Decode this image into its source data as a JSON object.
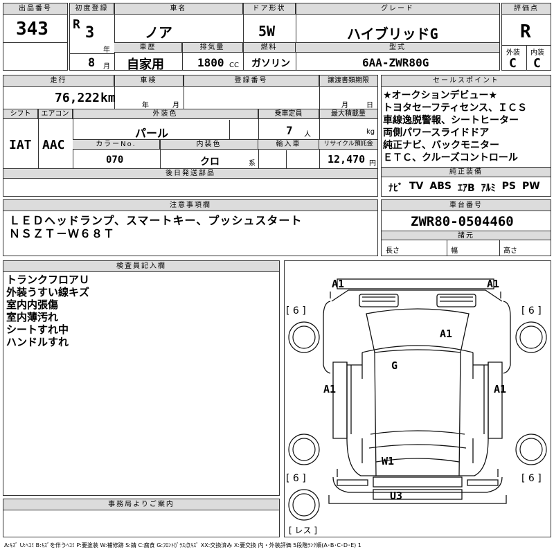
{
  "header": {
    "lot_label": "出品番号",
    "lot_value": "343",
    "first_reg_label": "初度登録",
    "era": "R",
    "year": "3",
    "year_unit": "年",
    "month": "8",
    "month_unit": "月",
    "car_name_label": "車名",
    "car_name": "ノア",
    "history_label": "車歴",
    "history": "自家用",
    "displacement_label": "排気量",
    "displacement": "1800",
    "cc": "CC",
    "door_label": "ドア形状",
    "door": "5W",
    "fuel_label": "燃料",
    "fuel": "ガソリン",
    "grade_label": "グレード",
    "grade": "ハイブリッドG",
    "model_label": "型式",
    "model": "6AA-ZWR80G",
    "score_label": "評価点",
    "score": "R",
    "ext_label": "外装",
    "ext": "C",
    "int_label": "内装",
    "int": "C"
  },
  "row2": {
    "mileage_label": "走行",
    "mileage": "76,222",
    "km": "km",
    "inspection_label": "車検",
    "insp_year": "年",
    "insp_month": "月",
    "reg_label": "登録番号",
    "handover_label": "譲渡書類期限",
    "ho_month": "月",
    "ho_day": "日",
    "shift_label": "シフト",
    "shift": "IAT",
    "ac_label": "エアコン",
    "ac": "AAC",
    "color_label": "外装色",
    "color": "パール",
    "capacity_label": "乗車定員",
    "capacity": "7",
    "person_unit": "人",
    "load_label": "最大積載量",
    "load_unit": "kg",
    "color_no_label": "カラーNo.",
    "color_no": "070",
    "interior_label": "内装色",
    "interior": "クロ",
    "interior_unit": "系",
    "import_label": "輸入車",
    "recycle_label": "リサイクル預託金",
    "recycle": "12,470",
    "yen": "円",
    "later_label": "後日発送部品"
  },
  "sales": {
    "label": "セールスポイント",
    "lines": [
      "★オークションデビュー★",
      "トヨタセーフティセンス、ＩＣＳ",
      "車線逸脱警報、シートヒーター",
      "両側パワースライドドア",
      "純正ナビ、バックモニター",
      "ＥＴＣ、クルーズコントロール"
    ],
    "equip_label": "純正装備",
    "equip": [
      "ﾅﾋﾞ",
      "TV",
      "ABS",
      "ｴｱB",
      "ｱﾙﾐ",
      "PS",
      "PW"
    ]
  },
  "notes": {
    "label": "注意事項欄",
    "lines": [
      "ＬＥＤヘッドランプ、スマートキー、プッシュスタート",
      "ＮＳＺＴ－Ｗ６８Ｔ"
    ]
  },
  "chassis": {
    "label": "車台番号",
    "value": "ZWR80-0504460",
    "dims_label": "諸元",
    "length": "長さ",
    "width": "幅",
    "height": "高さ"
  },
  "inspector": {
    "label": "検査員記入欄",
    "lines": [
      "トランクフロアＵ",
      "外装うすい線キズ",
      "室内内張傷",
      "室内薄汚れ",
      "シートすれ中",
      "ハンドルすれ"
    ]
  },
  "office": {
    "label": "事務局よりご案内"
  },
  "diagram": {
    "marks": [
      "A1",
      "A1",
      "A1",
      "G",
      "A1",
      "A1",
      "W1",
      "U3"
    ],
    "tires": [
      "[ 6 ]",
      "[ 6 ]",
      "[ 6 ]",
      "[ 6 ]"
    ],
    "spare": "[ レス ]"
  },
  "legend": "A:ｷｽﾞ U:ﾍｺﾐ B:ｷｽﾞを伴うﾍｺﾐ P:要塗装 W:補修跡 S:錆 C:腐食 G:ﾌﾛﾝﾄｶﾞﾗｽ点ｷｽﾞ XX:交換済み X:要交換 内・外装評価 5段階ﾗﾝｸ順(A･B･C･D･E) 1"
}
